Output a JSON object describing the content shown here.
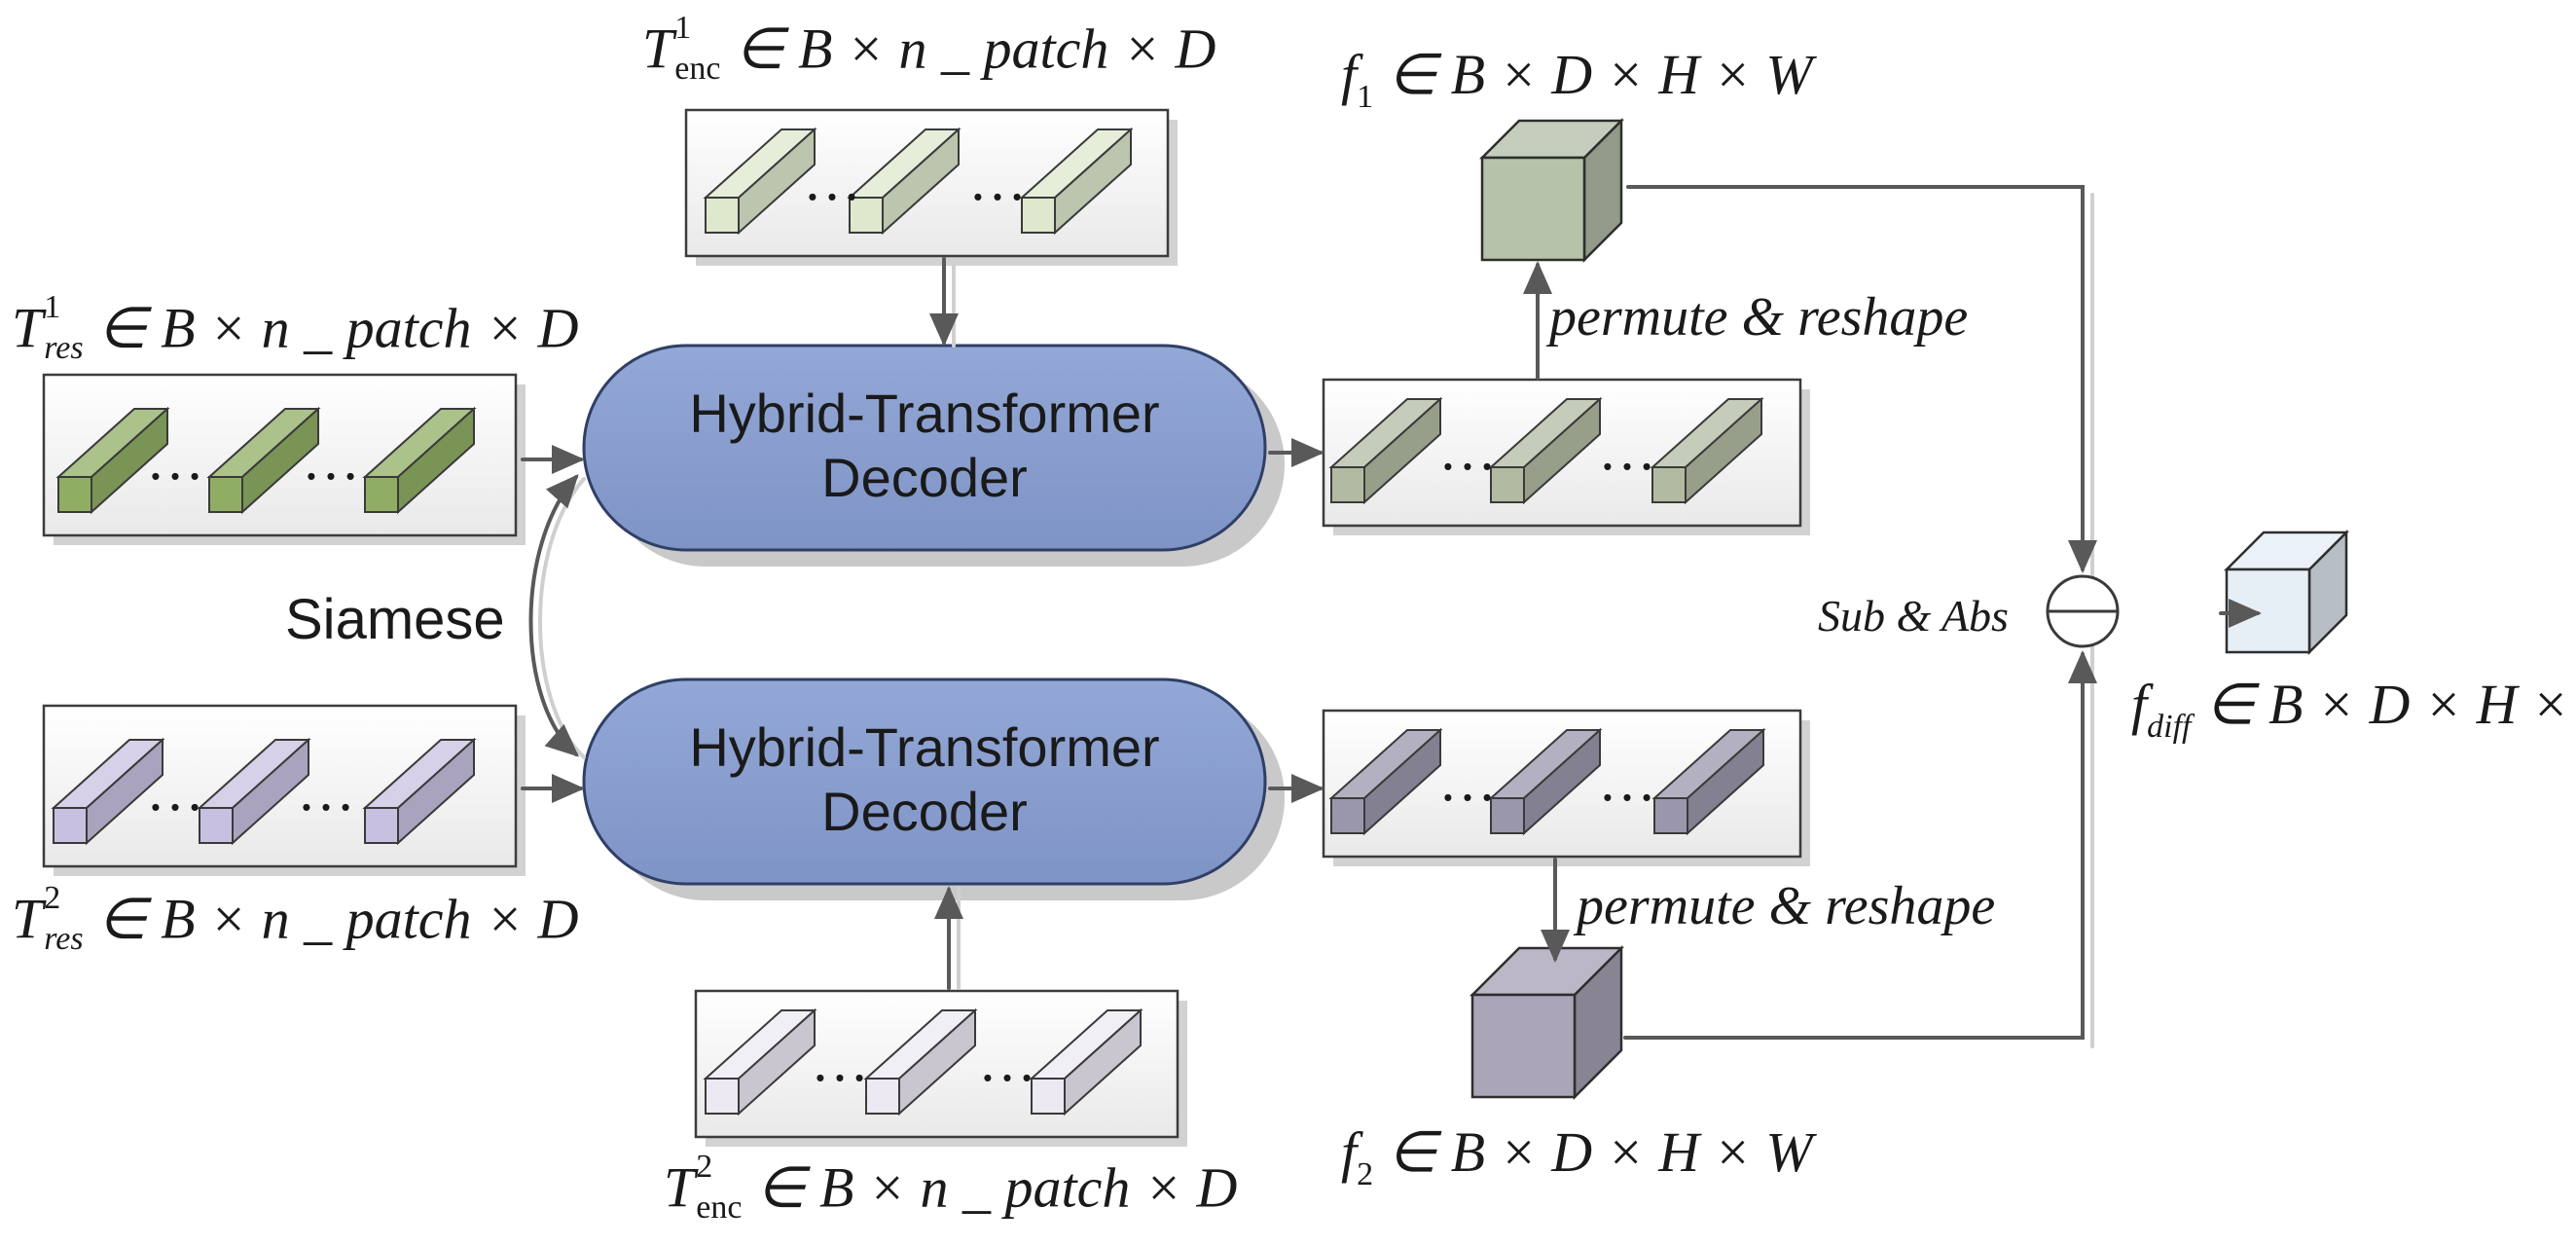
{
  "labels": {
    "t_enc_1": {
      "base": "T",
      "sup": "1",
      "sub": "enc",
      "rest": " ∈ B × n _ patch × D"
    },
    "t_enc_2": {
      "base": "T",
      "sup": "2",
      "sub": "enc",
      "rest": " ∈ B × n _ patch × D"
    },
    "t_res_1": {
      "base": "T",
      "sup": "1",
      "sub": "res",
      "rest": " ∈ B × n _ patch × D"
    },
    "t_res_2": {
      "base": "T",
      "sup": "2",
      "sub": "res",
      "rest": " ∈ B × n _ patch × D"
    },
    "f1": {
      "base": "f",
      "sub": "1",
      "rest": " ∈ B × D × H × W"
    },
    "f2": {
      "base": "f",
      "sub": "2",
      "rest": " ∈ B × D × H × W"
    },
    "f_diff": {
      "base": "f",
      "sub": "diff",
      "rest": " ∈ B × D × H × W"
    },
    "siamese": "Siamese",
    "permute_reshape_top": "permute & reshape",
    "permute_reshape_bottom": "permute & reshape",
    "sub_abs": "Sub & Abs"
  },
  "decoders": {
    "top": {
      "line1": "Hybrid-Transformer",
      "line2": "Decoder"
    },
    "bottom": {
      "line1": "Hybrid-Transformer",
      "line2": "Decoder"
    }
  },
  "ellipsis": "…",
  "colors": {
    "decoder_fill": "#8aa0d0",
    "decoder_stroke": "#2f3f66",
    "res1_token": "#8fae64",
    "res2_token": "#c8c0e0",
    "enc1_token": "#dde8cc",
    "enc2_token": "#ece9f3",
    "out1_token": "#b2bba2",
    "out2_token": "#9a97ac",
    "f1_cube": "#b7c2ab",
    "f2_cube": "#aaa5b8",
    "diff_cube": "#e6eef6",
    "arrow": "#595959"
  }
}
